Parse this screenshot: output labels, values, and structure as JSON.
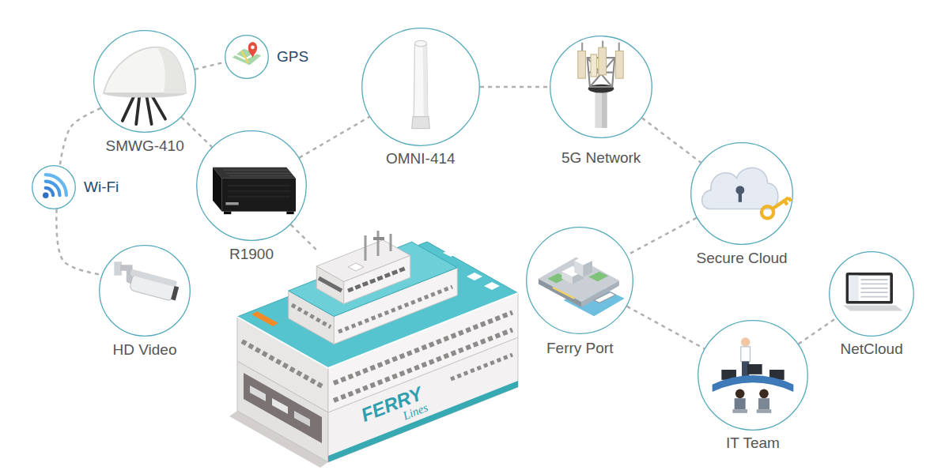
{
  "diagram": {
    "nodes": [
      {
        "text": [
          "GPS"
        ]
      },
      {
        "text": [
          "SMWG-410"
        ]
      },
      {
        "text": [
          "Wi-Fi"
        ]
      },
      {
        "text": [
          "R1900"
        ]
      },
      {
        "text": [
          "OMNI-414"
        ]
      },
      {
        "text": [
          "5G Network"
        ]
      },
      {
        "text": [
          "HD Video"
        ]
      },
      {
        "text": [
          "FERRY",
          "Lines"
        ]
      },
      {
        "text": [
          "Secure Cloud"
        ]
      },
      {
        "text": [
          "Ferry Port"
        ]
      },
      {
        "text": [
          "IT Team"
        ]
      },
      {
        "text": [
          "NetCloud"
        ]
      }
    ],
    "edges": [
      {
        "from": 1,
        "to": 0,
        "arrow": "none"
      },
      {
        "from": 1,
        "to": 2,
        "arrow": "none"
      },
      {
        "from": 2,
        "to": 6,
        "arrow": "none"
      },
      {
        "from": 1,
        "to": 3,
        "arrow": "none"
      },
      {
        "from": 3,
        "to": 4,
        "arrow": "none"
      },
      {
        "from": 4,
        "to": 5,
        "arrow": "none"
      },
      {
        "from": 5,
        "to": 8,
        "arrow": "none"
      },
      {
        "from": 8,
        "to": 9,
        "arrow": "none"
      },
      {
        "from": 9,
        "to": 10,
        "arrow": "none"
      },
      {
        "from": 10,
        "to": 11,
        "arrow": "none"
      },
      {
        "from": 3,
        "to": 7,
        "arrow": "none"
      }
    ]
  }
}
